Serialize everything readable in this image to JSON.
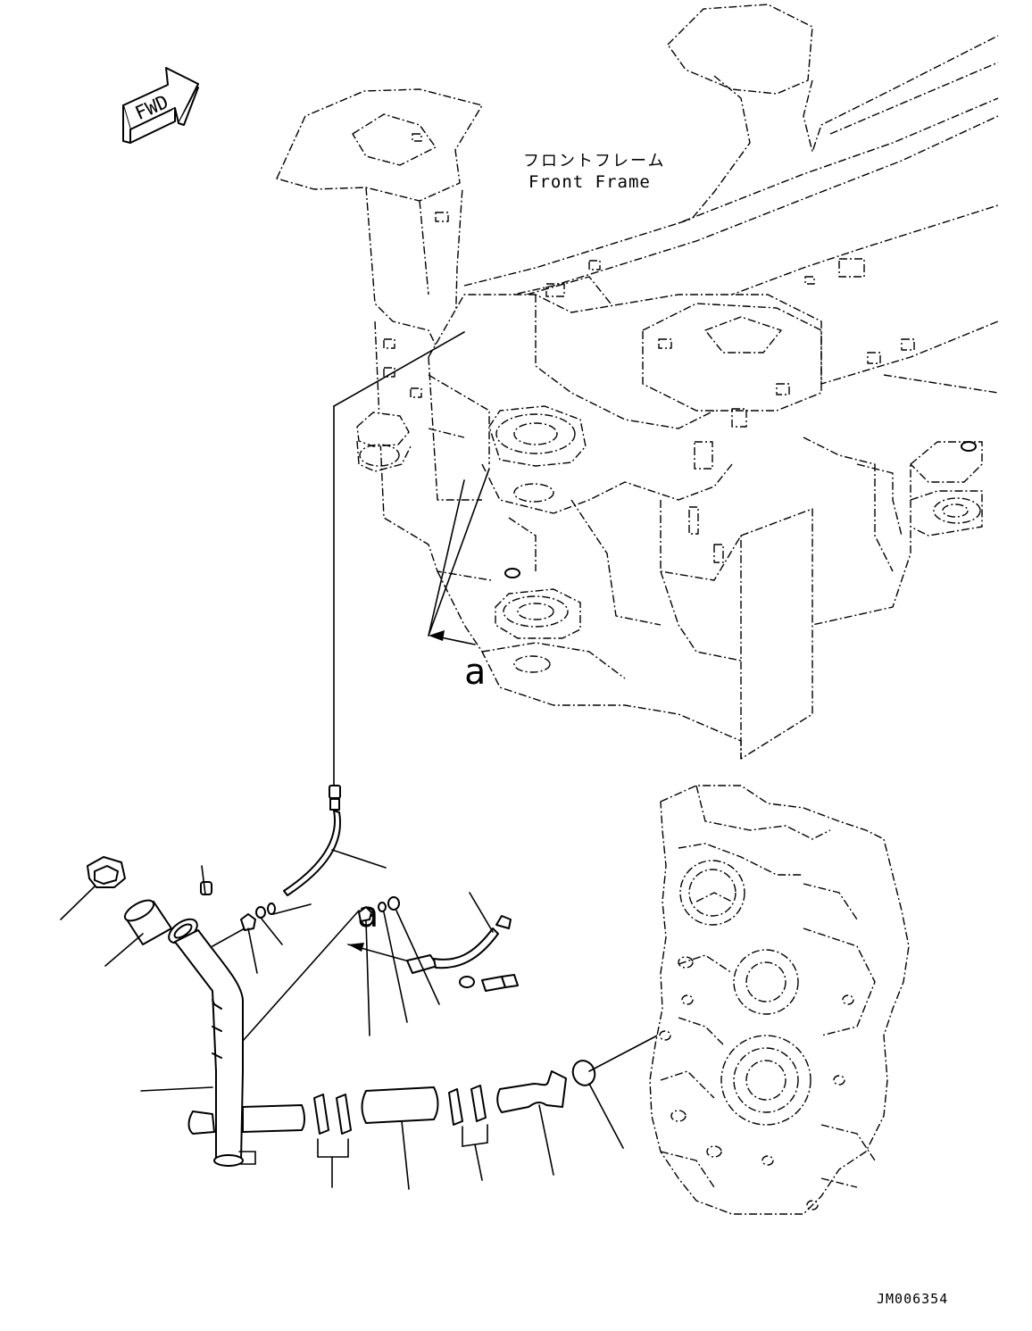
{
  "fwd_label": "FWD",
  "frame_label_jp": "フロントフレーム",
  "frame_label_en": "Front Frame",
  "ref_a_upper": "a",
  "ref_a_lower": "a",
  "drawing_number": "JM006354"
}
